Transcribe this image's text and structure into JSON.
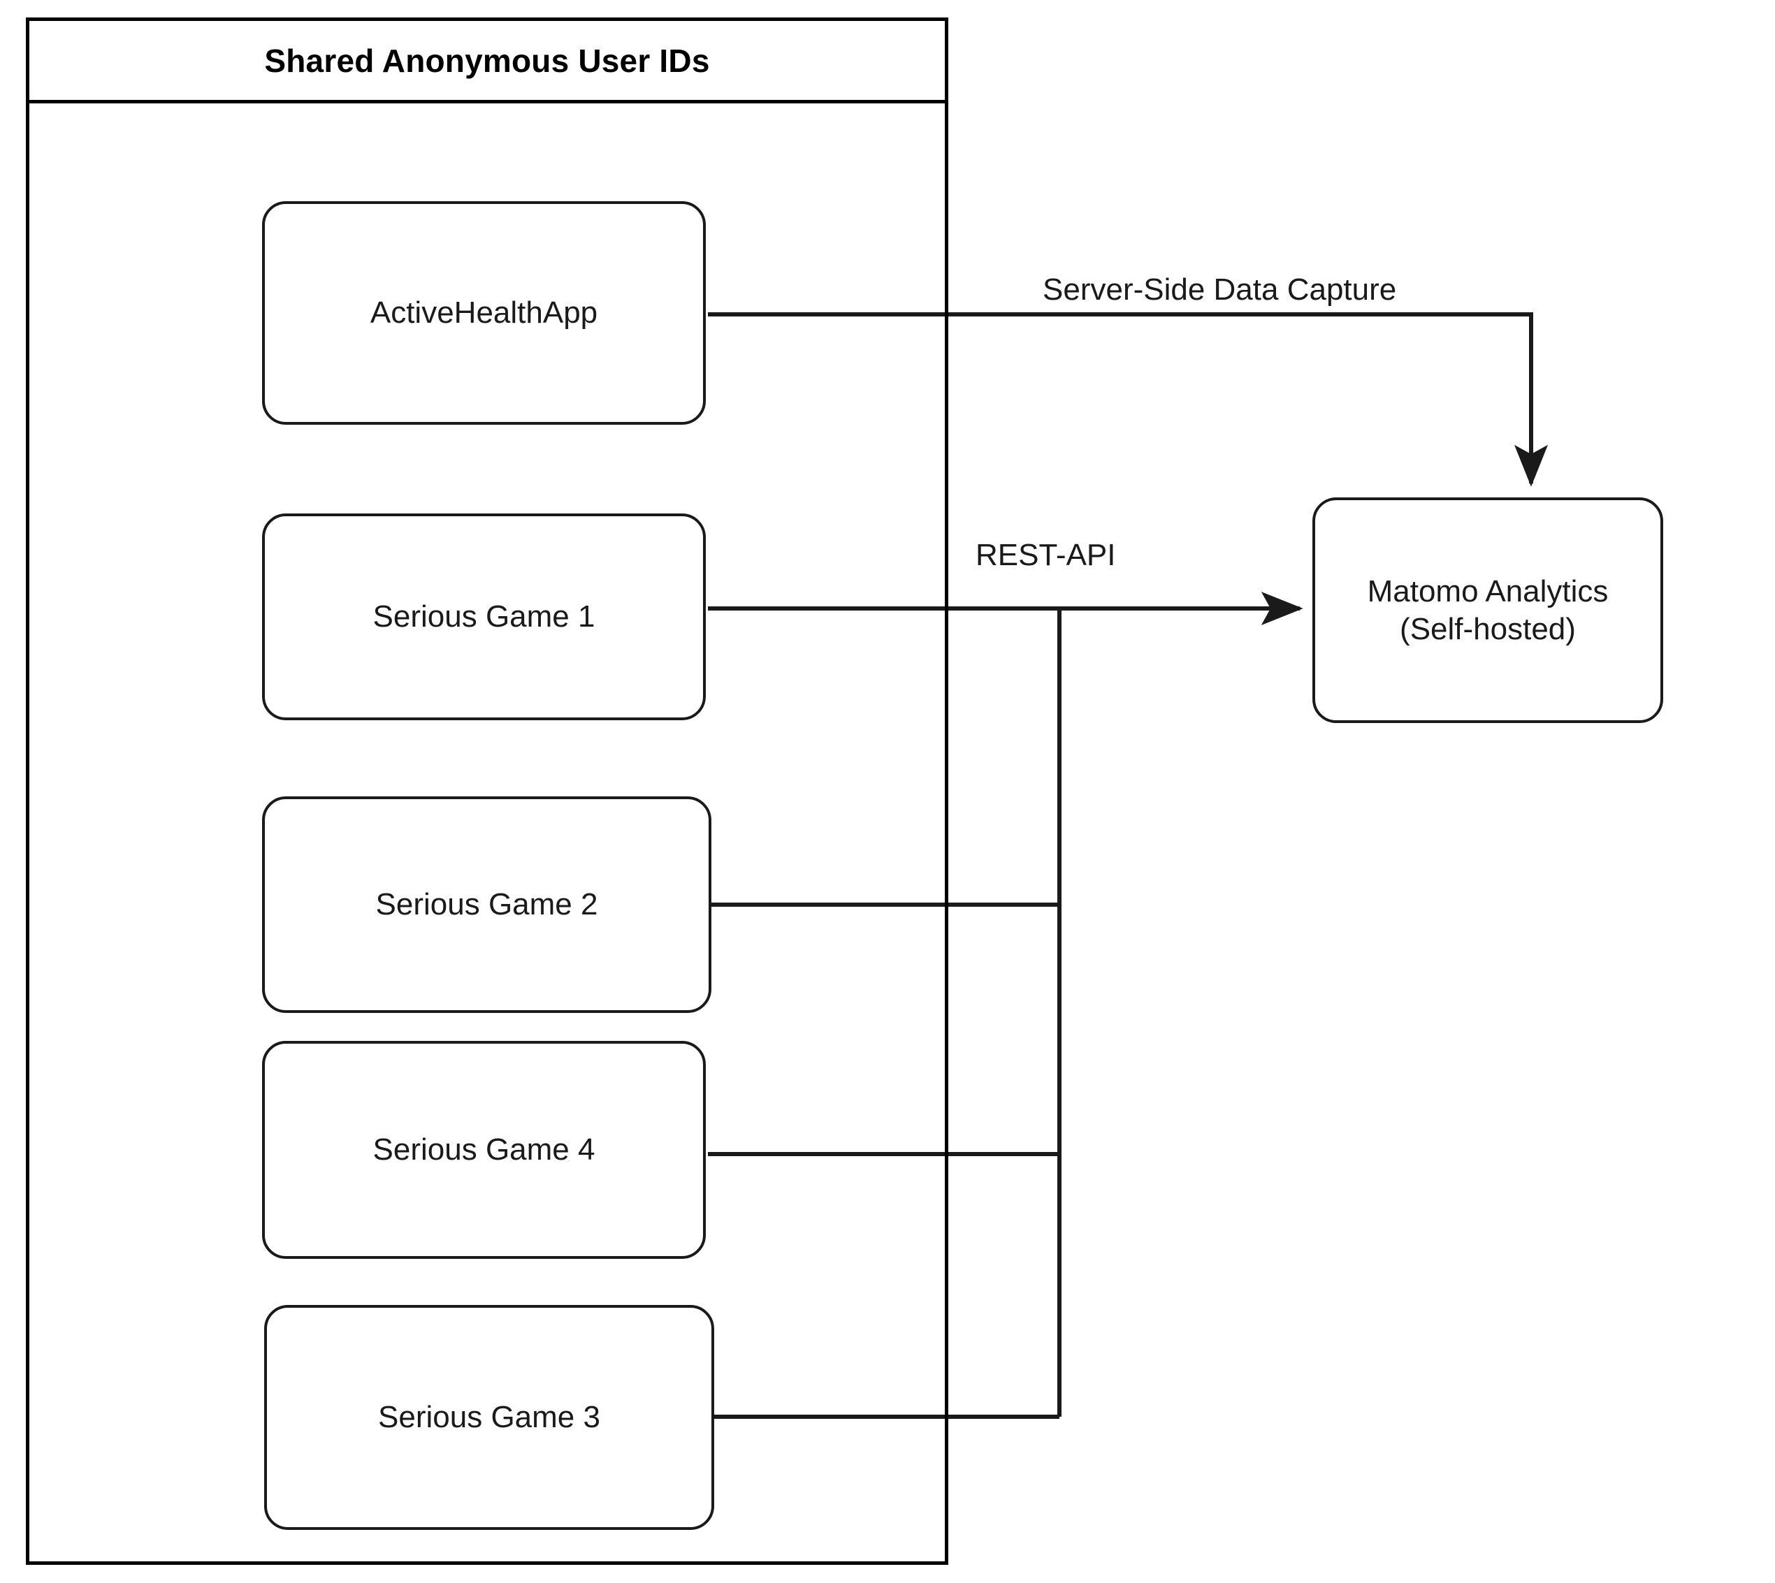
{
  "diagram": {
    "title": "Shared Anonymous User IDs",
    "group": {
      "label": "Shared Anonymous User IDs"
    },
    "nodes": [
      {
        "id": "activehealthapp",
        "label": "ActiveHealthApp"
      },
      {
        "id": "serious-game-1",
        "label": "Serious Game 1"
      },
      {
        "id": "serious-game-2",
        "label": "Serious Game 2"
      },
      {
        "id": "serious-game-4",
        "label": "Serious Game 4"
      },
      {
        "id": "serious-game-3",
        "label": "Serious Game 3"
      },
      {
        "id": "matomo-analytics",
        "label": "Matomo Analytics\n(Self-hosted)"
      }
    ],
    "edges": [
      {
        "id": "server-side-data-capture",
        "label": "Server-Side Data Capture",
        "from": "activehealthapp",
        "to": "matomo-analytics"
      },
      {
        "id": "rest-api",
        "label": "REST-API",
        "from": "serious-game-1",
        "to": "matomo-analytics"
      },
      {
        "id": "rest-api-game-2",
        "label": "",
        "from": "serious-game-2",
        "to": "matomo-analytics"
      },
      {
        "id": "rest-api-game-4",
        "label": "",
        "from": "serious-game-4",
        "to": "matomo-analytics"
      },
      {
        "id": "rest-api-game-3",
        "label": "",
        "from": "serious-game-3",
        "to": "matomo-analytics"
      }
    ],
    "colors": {
      "stroke": "#1a1a1a",
      "frame": "#000000",
      "background": "#ffffff",
      "text": "#1a1a1a"
    }
  }
}
